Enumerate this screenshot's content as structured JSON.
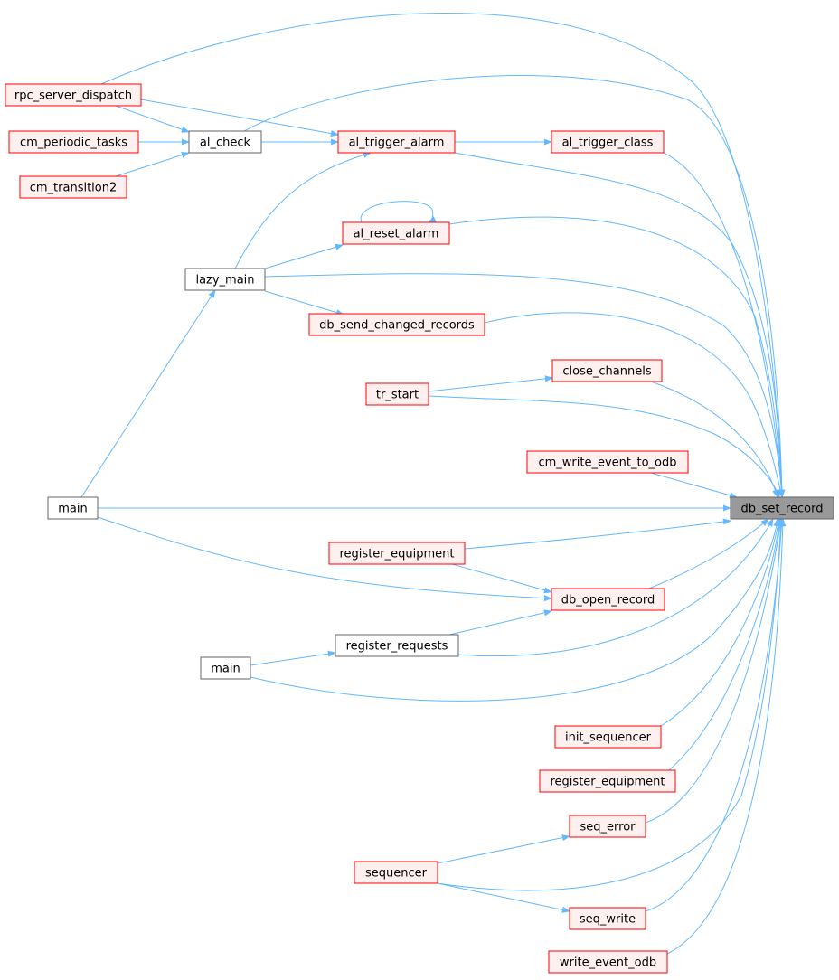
{
  "colors": {
    "edge": "#63b8ff",
    "normal_border": "#666666",
    "normal_fill": "#ffffff",
    "red_border": "#ff0000",
    "red_fill": "#fff0f0",
    "target_fill": "#999999",
    "target_border": "#666666"
  },
  "nodes": [
    {
      "id": "db_set_record",
      "label": "db_set_record",
      "style": "target"
    },
    {
      "id": "rpc_server_dispatch",
      "label": "rpc_server_dispatch",
      "style": "red"
    },
    {
      "id": "cm_periodic_tasks",
      "label": "cm_periodic_tasks",
      "style": "red"
    },
    {
      "id": "cm_transition2",
      "label": "cm_transition2",
      "style": "red"
    },
    {
      "id": "al_check",
      "label": "al_check",
      "style": "normal"
    },
    {
      "id": "al_trigger_alarm",
      "label": "al_trigger_alarm",
      "style": "red"
    },
    {
      "id": "al_trigger_class",
      "label": "al_trigger_class",
      "style": "red"
    },
    {
      "id": "al_reset_alarm",
      "label": "al_reset_alarm",
      "style": "red"
    },
    {
      "id": "lazy_main",
      "label": "lazy_main",
      "style": "normal"
    },
    {
      "id": "db_send_changed_records",
      "label": "db_send_changed_records",
      "style": "red"
    },
    {
      "id": "close_channels",
      "label": "close_channels",
      "style": "red"
    },
    {
      "id": "tr_start",
      "label": "tr_start",
      "style": "red"
    },
    {
      "id": "cm_write_event_to_odb",
      "label": "cm_write_event_to_odb",
      "style": "red"
    },
    {
      "id": "main1",
      "label": "main",
      "style": "normal"
    },
    {
      "id": "register_equipment1",
      "label": "register_equipment",
      "style": "red"
    },
    {
      "id": "db_open_record",
      "label": "db_open_record",
      "style": "red"
    },
    {
      "id": "register_requests",
      "label": "register_requests",
      "style": "normal"
    },
    {
      "id": "main2",
      "label": "main",
      "style": "normal"
    },
    {
      "id": "init_sequencer",
      "label": "init_sequencer",
      "style": "red"
    },
    {
      "id": "register_equipment2",
      "label": "register_equipment",
      "style": "red"
    },
    {
      "id": "seq_error",
      "label": "seq_error",
      "style": "red"
    },
    {
      "id": "sequencer",
      "label": "sequencer",
      "style": "red"
    },
    {
      "id": "seq_write",
      "label": "seq_write",
      "style": "red"
    },
    {
      "id": "write_event_odb",
      "label": "write_event_odb",
      "style": "red"
    }
  ],
  "edges": [
    {
      "from": "rpc_server_dispatch",
      "to": "db_set_record"
    },
    {
      "from": "rpc_server_dispatch",
      "to": "al_check"
    },
    {
      "from": "rpc_server_dispatch",
      "to": "al_trigger_alarm"
    },
    {
      "from": "cm_periodic_tasks",
      "to": "al_check"
    },
    {
      "from": "cm_transition2",
      "to": "al_check"
    },
    {
      "from": "al_check",
      "to": "db_set_record"
    },
    {
      "from": "al_check",
      "to": "al_trigger_alarm"
    },
    {
      "from": "al_trigger_alarm",
      "to": "db_set_record"
    },
    {
      "from": "al_trigger_alarm",
      "to": "al_trigger_class"
    },
    {
      "from": "al_trigger_class",
      "to": "db_set_record"
    },
    {
      "from": "al_reset_alarm",
      "to": "db_set_record"
    },
    {
      "from": "al_reset_alarm",
      "to": "al_reset_alarm"
    },
    {
      "from": "lazy_main",
      "to": "al_trigger_alarm"
    },
    {
      "from": "lazy_main",
      "to": "al_reset_alarm"
    },
    {
      "from": "lazy_main",
      "to": "db_set_record"
    },
    {
      "from": "lazy_main",
      "to": "db_send_changed_records"
    },
    {
      "from": "db_send_changed_records",
      "to": "db_set_record"
    },
    {
      "from": "close_channels",
      "to": "db_set_record"
    },
    {
      "from": "tr_start",
      "to": "close_channels"
    },
    {
      "from": "tr_start",
      "to": "db_set_record"
    },
    {
      "from": "cm_write_event_to_odb",
      "to": "db_set_record"
    },
    {
      "from": "main1",
      "to": "lazy_main"
    },
    {
      "from": "main1",
      "to": "db_set_record"
    },
    {
      "from": "main1",
      "to": "db_open_record"
    },
    {
      "from": "register_equipment1",
      "to": "db_set_record"
    },
    {
      "from": "register_equipment1",
      "to": "db_open_record"
    },
    {
      "from": "db_open_record",
      "to": "db_set_record"
    },
    {
      "from": "register_requests",
      "to": "db_open_record"
    },
    {
      "from": "register_requests",
      "to": "db_set_record"
    },
    {
      "from": "main2",
      "to": "register_requests"
    },
    {
      "from": "main2",
      "to": "db_set_record"
    },
    {
      "from": "init_sequencer",
      "to": "db_set_record"
    },
    {
      "from": "register_equipment2",
      "to": "db_set_record"
    },
    {
      "from": "seq_error",
      "to": "db_set_record"
    },
    {
      "from": "sequencer",
      "to": "seq_error"
    },
    {
      "from": "sequencer",
      "to": "db_set_record"
    },
    {
      "from": "sequencer",
      "to": "seq_write"
    },
    {
      "from": "seq_write",
      "to": "db_set_record"
    },
    {
      "from": "write_event_odb",
      "to": "db_set_record"
    }
  ]
}
